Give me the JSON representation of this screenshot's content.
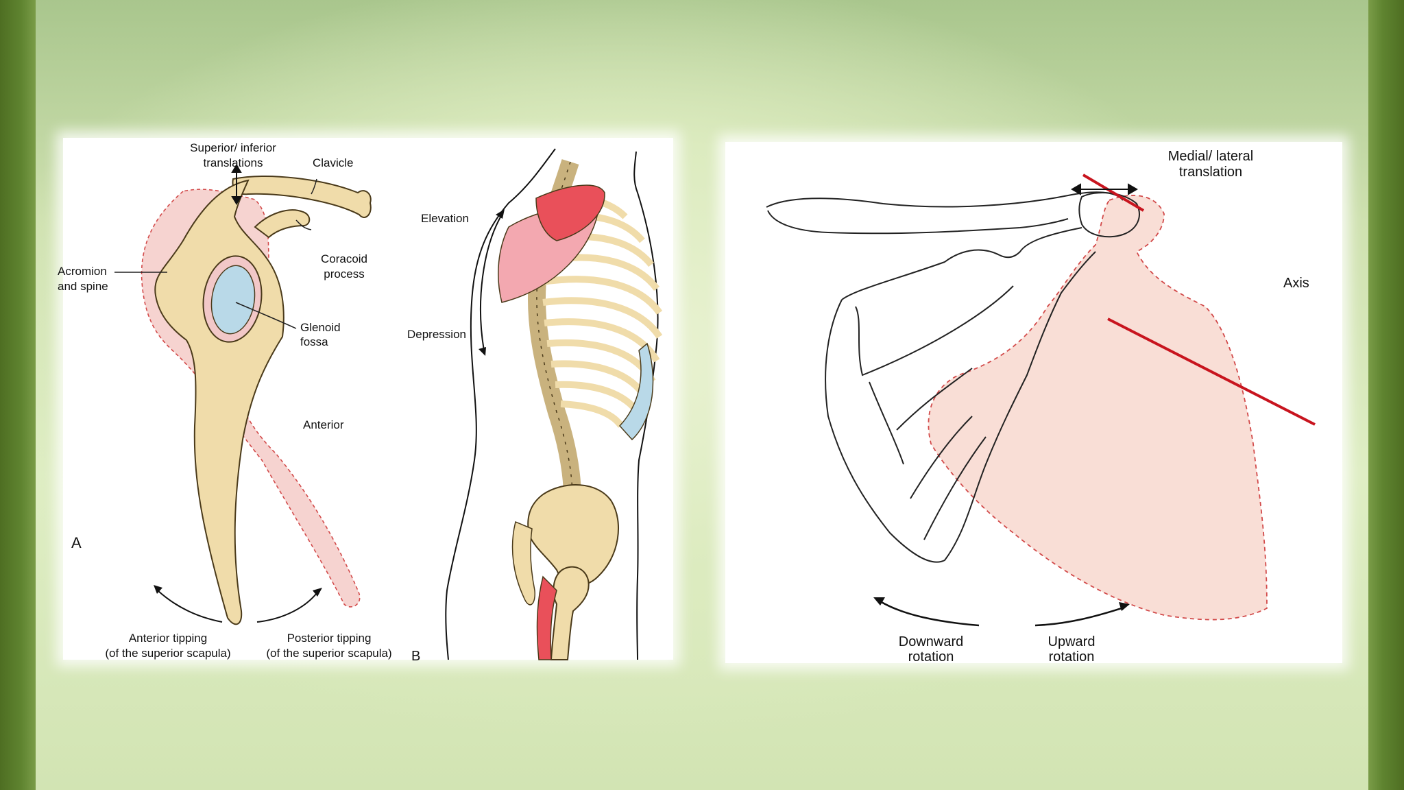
{
  "left_figure": {
    "labels": {
      "superior_inferior": [
        "Superior/ inferior",
        "translations"
      ],
      "clavicle": "Clavicle",
      "acromion": [
        "Acromion",
        "and spine"
      ],
      "coracoid": [
        "Coracoid",
        "process"
      ],
      "glenoid": [
        "Glenoid",
        "fossa"
      ],
      "anterior": "Anterior",
      "panel_a": "A",
      "anterior_tipping": [
        "Anterior tipping",
        "(of the superior scapula)"
      ],
      "posterior_tipping": [
        "Posterior tipping",
        "(of the superior scapula)"
      ],
      "panel_b": "B",
      "elevation": "Elevation",
      "depression": "Depression"
    }
  },
  "right_figure": {
    "labels": {
      "medial_lateral": [
        "Medial/ lateral",
        "translation"
      ],
      "axis": "Axis",
      "downward": [
        "Downward",
        "rotation"
      ],
      "upward": [
        "Upward",
        "rotation"
      ]
    }
  },
  "colors": {
    "bone": "#f0dcaa",
    "bone_stroke": "#4a3a1a",
    "pink_shadow": "#f6d3d0",
    "glenoid_blue": "#b9d9e8",
    "muscle_red": "#e9505a",
    "axis_red": "#c8141e",
    "dashed_red": "#d24a4a"
  }
}
